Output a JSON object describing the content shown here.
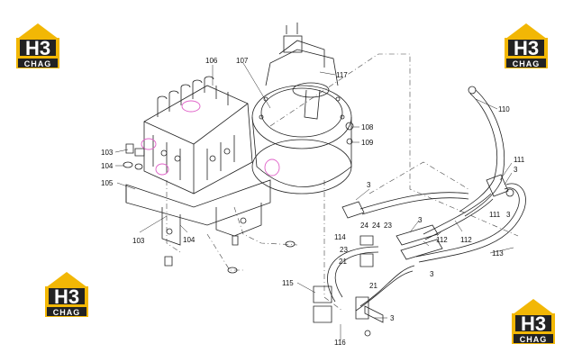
{
  "logo": {
    "mark": "H3",
    "caption": "CHAG",
    "colors": {
      "roof": "#f2b705",
      "panel": "#222222",
      "text": "#ffffff"
    }
  },
  "callouts": [
    {
      "id": "c106",
      "text": "106"
    },
    {
      "id": "c107",
      "text": "107"
    },
    {
      "id": "c117",
      "text": "117"
    },
    {
      "id": "c108",
      "text": "108"
    },
    {
      "id": "c109",
      "text": "109"
    },
    {
      "id": "c110",
      "text": "110"
    },
    {
      "id": "c103a",
      "text": "103"
    },
    {
      "id": "c104a",
      "text": "104"
    },
    {
      "id": "c105",
      "text": "105"
    },
    {
      "id": "c103b",
      "text": "103"
    },
    {
      "id": "c104b",
      "text": "104"
    },
    {
      "id": "c111a",
      "text": "111"
    },
    {
      "id": "c3a",
      "text": "3"
    },
    {
      "id": "c111b",
      "text": "111"
    },
    {
      "id": "c3b",
      "text": "3"
    },
    {
      "id": "c3c",
      "text": "3"
    },
    {
      "id": "c3d",
      "text": "3"
    },
    {
      "id": "c112a",
      "text": "112"
    },
    {
      "id": "c112b",
      "text": "112"
    },
    {
      "id": "c113",
      "text": "113"
    },
    {
      "id": "c3e",
      "text": "3"
    },
    {
      "id": "c24a",
      "text": "24"
    },
    {
      "id": "c24b",
      "text": "24"
    },
    {
      "id": "c23a",
      "text": "23"
    },
    {
      "id": "c114",
      "text": "114"
    },
    {
      "id": "c23b",
      "text": "23"
    },
    {
      "id": "c21a",
      "text": "21"
    },
    {
      "id": "c21b",
      "text": "21"
    },
    {
      "id": "c115",
      "text": "115"
    },
    {
      "id": "c3f",
      "text": "3"
    },
    {
      "id": "c116",
      "text": "116"
    }
  ]
}
